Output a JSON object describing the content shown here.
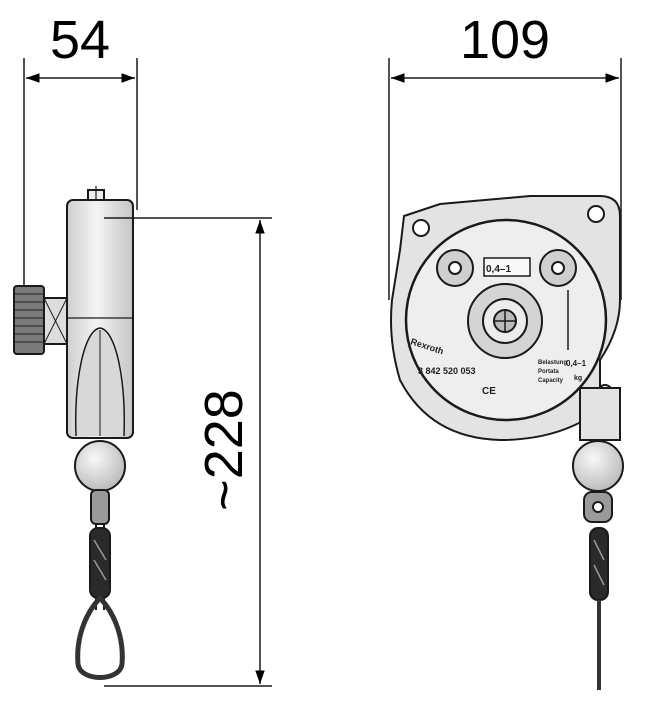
{
  "dimensions": {
    "side_width": "54",
    "front_width": "109",
    "height": "~228"
  },
  "label": {
    "brand": "Rexroth",
    "part_number": "3 842 520 053",
    "ce_mark": "CE",
    "range": "0,4–1",
    "range_unit": "kg",
    "capacity_lines": [
      "Belastung",
      "Portata",
      "Capacity"
    ]
  },
  "colors": {
    "body_fill": "#e6e6e6",
    "body_dark": "#bdbdbd",
    "outline": "#1a1a1a"
  }
}
